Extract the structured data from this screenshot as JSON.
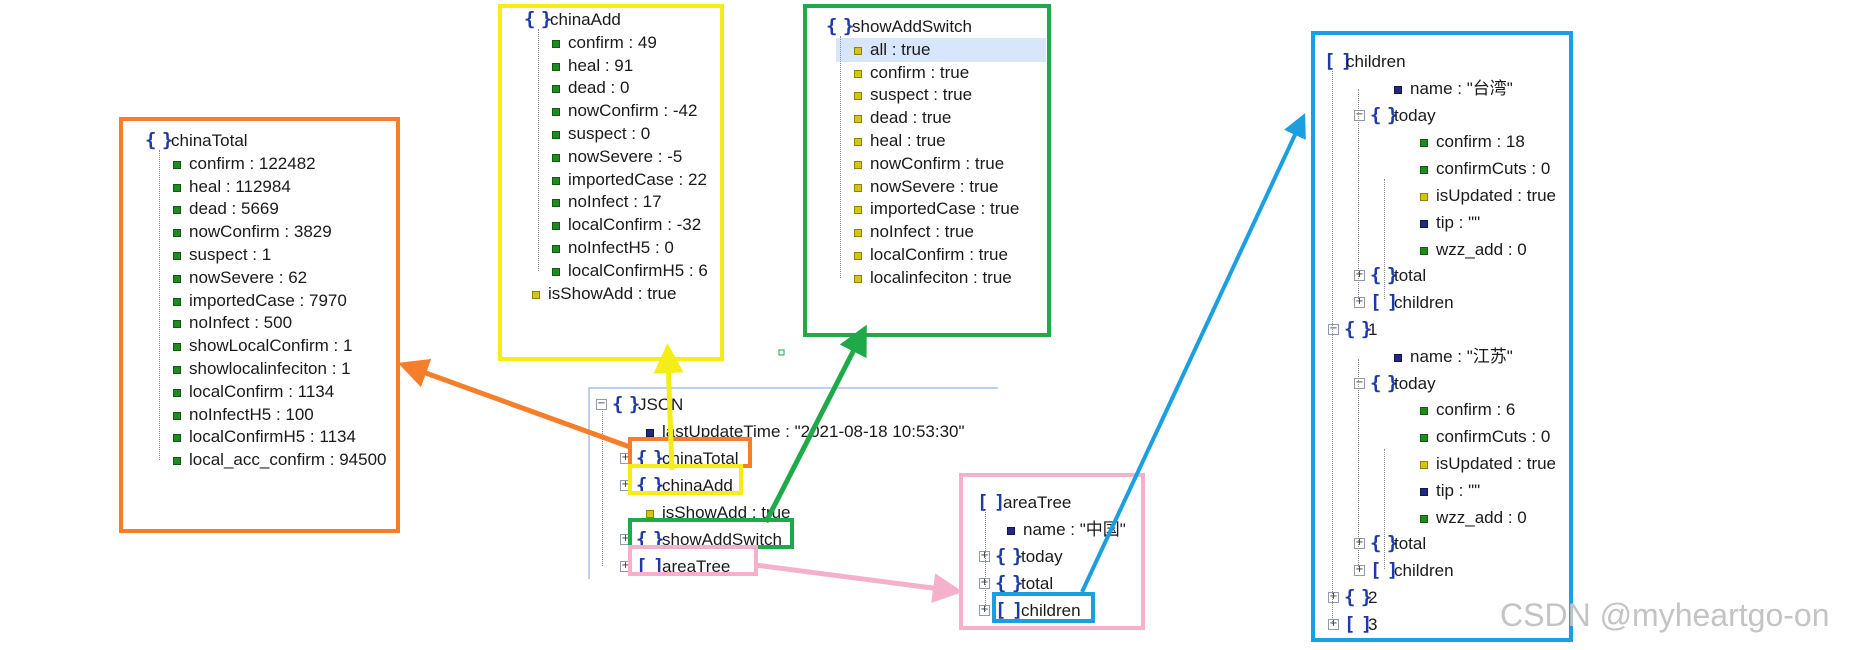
{
  "root": {
    "label": "JSON",
    "items": [
      {
        "kind": "leaf",
        "color": "n",
        "text": "lastUpdateTime : \"2021-08-18 10:53:30\""
      },
      {
        "kind": "node",
        "type": "obj",
        "text": "chinaTotal"
      },
      {
        "kind": "node",
        "type": "obj",
        "text": "chinaAdd"
      },
      {
        "kind": "leaf",
        "color": "y",
        "text": "isShowAdd : true"
      },
      {
        "kind": "node",
        "type": "obj",
        "text": "showAddSwitch"
      },
      {
        "kind": "node",
        "type": "arr",
        "text": "areaTree"
      }
    ]
  },
  "chinaTotal": {
    "label": "chinaTotal",
    "items": [
      "confirm : 122482",
      "heal : 112984",
      "dead : 5669",
      "nowConfirm : 3829",
      "suspect : 1",
      "nowSevere : 62",
      "importedCase : 7970",
      "noInfect : 500",
      "showLocalConfirm : 1",
      "showlocalinfeciton : 1",
      "localConfirm : 1134",
      "noInfectH5 : 100",
      "localConfirmH5 : 1134",
      "local_acc_confirm : 94500"
    ]
  },
  "chinaAdd": {
    "label": "chinaAdd",
    "items": [
      "confirm : 49",
      "heal : 91",
      "dead : 0",
      "nowConfirm : -42",
      "suspect : 0",
      "nowSevere : -5",
      "importedCase : 22",
      "noInfect : 17",
      "localConfirm : -32",
      "noInfectH5 : 0",
      "localConfirmH5 : 6"
    ],
    "after": "isShowAdd : true"
  },
  "showAddSwitch": {
    "label": "showAddSwitch",
    "items": [
      "all : true",
      "confirm : true",
      "suspect : true",
      "dead : true",
      "heal : true",
      "nowConfirm : true",
      "nowSevere : true",
      "importedCase : true",
      "noInfect : true",
      "localConfirm : true",
      "localinfeciton : true"
    ]
  },
  "areaTree": {
    "label": "areaTree",
    "items": [
      {
        "kind": "leaf",
        "color": "n",
        "text": "name : \"中国\""
      },
      {
        "kind": "node",
        "type": "obj",
        "text": "today"
      },
      {
        "kind": "node",
        "type": "obj",
        "text": "total"
      },
      {
        "kind": "node",
        "type": "arr",
        "text": "children"
      }
    ]
  },
  "children": {
    "label": "children",
    "rows": [
      {
        "lvl": 1,
        "kind": "leaf",
        "color": "n",
        "text": "name : \"台湾\""
      },
      {
        "lvl": 1,
        "kind": "node",
        "type": "obj",
        "pm": "−",
        "text": "today"
      },
      {
        "lvl": 2,
        "kind": "leaf",
        "color": "g",
        "text": "confirm : 18"
      },
      {
        "lvl": 2,
        "kind": "leaf",
        "color": "g",
        "text": "confirmCuts : 0"
      },
      {
        "lvl": 2,
        "kind": "leaf",
        "color": "y",
        "text": "isUpdated : true"
      },
      {
        "lvl": 2,
        "kind": "leaf",
        "color": "n",
        "text": "tip : \"\""
      },
      {
        "lvl": 2,
        "kind": "leaf",
        "color": "g",
        "text": "wzz_add : 0"
      },
      {
        "lvl": 1,
        "kind": "node",
        "type": "obj",
        "pm": "+",
        "text": "total"
      },
      {
        "lvl": 1,
        "kind": "node",
        "type": "arr",
        "pm": "+",
        "text": "children"
      },
      {
        "lvl": 0,
        "kind": "node",
        "type": "obj",
        "pm": "−",
        "text": "1"
      },
      {
        "lvl": 1,
        "kind": "leaf",
        "color": "n",
        "text": "name : \"江苏\""
      },
      {
        "lvl": 1,
        "kind": "node",
        "type": "obj",
        "pm": "−",
        "text": "today"
      },
      {
        "lvl": 2,
        "kind": "leaf",
        "color": "g",
        "text": "confirm : 6"
      },
      {
        "lvl": 2,
        "kind": "leaf",
        "color": "g",
        "text": "confirmCuts : 0"
      },
      {
        "lvl": 2,
        "kind": "leaf",
        "color": "y",
        "text": "isUpdated : true"
      },
      {
        "lvl": 2,
        "kind": "leaf",
        "color": "n",
        "text": "tip : \"\""
      },
      {
        "lvl": 2,
        "kind": "leaf",
        "color": "g",
        "text": "wzz_add : 0"
      },
      {
        "lvl": 1,
        "kind": "node",
        "type": "obj",
        "pm": "+",
        "text": "total"
      },
      {
        "lvl": 1,
        "kind": "node",
        "type": "arr",
        "pm": "+",
        "text": "children"
      },
      {
        "lvl": 0,
        "kind": "node",
        "type": "obj",
        "pm": "+",
        "text": "2"
      },
      {
        "lvl": 0,
        "kind": "node",
        "type": "arr",
        "pm": "+",
        "text": "3"
      }
    ]
  },
  "watermark": "CSDN @myheartgo-on",
  "colors": {
    "orange": "#f57e2a",
    "yellow": "#f5ec18",
    "green": "#1faa4a",
    "pink": "#f5b0cc",
    "blue": "#1aa0e0"
  }
}
